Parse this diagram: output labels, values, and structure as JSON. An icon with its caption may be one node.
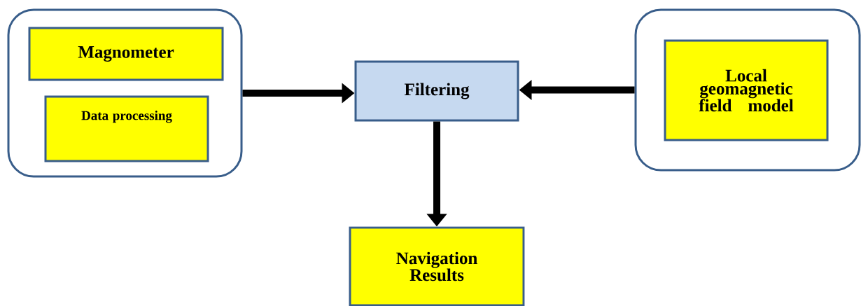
{
  "diagram": {
    "nodes": [
      {
        "text": [],
        "shape": "box"
      },
      {
        "text": [
          "Magnometer"
        ],
        "in": 0
      },
      {
        "text": [
          "Data processing"
        ],
        "in": 0
      },
      {
        "text": [
          "Filtering"
        ]
      },
      {
        "text": [],
        "shape": "box"
      },
      {
        "text": [
          "Local geomagnetic field model"
        ],
        "in": 4
      },
      {
        "text": [
          "Navigation Results"
        ]
      }
    ],
    "edges": [
      {
        "from": 0,
        "to": 3,
        "arrow": "to"
      },
      {
        "from": 4,
        "to": 3,
        "arrow": "to"
      },
      {
        "from": 3,
        "to": 6,
        "arrow": "to"
      }
    ]
  }
}
